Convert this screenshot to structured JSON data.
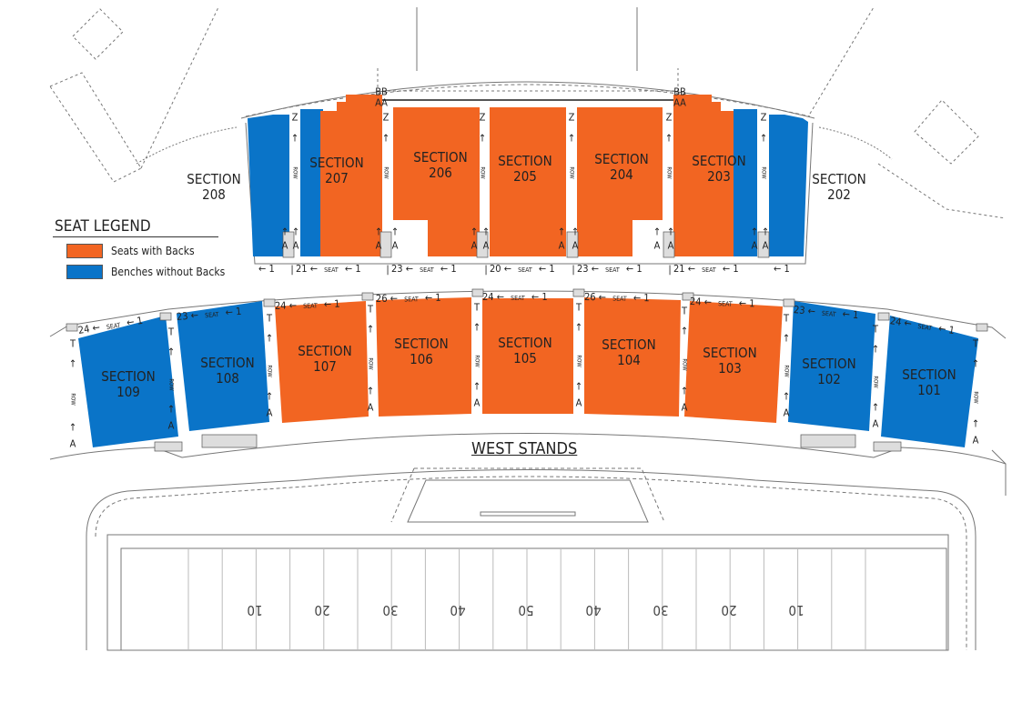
{
  "colors": {
    "seats_with_backs": "#f26522",
    "benches_without_backs": "#0a74c8"
  },
  "legend": {
    "title": "SEAT LEGEND",
    "items": [
      {
        "label": "Seats with Backs",
        "type": "seats_with_backs"
      },
      {
        "label": "Benches without Backs",
        "type": "benches_without_backs"
      }
    ]
  },
  "stand_title": "WEST STANDS",
  "upper_sections": [
    {
      "label": "SECTION",
      "number": "208",
      "type": "benches_without_backs"
    },
    {
      "label": "SECTION",
      "number": "207",
      "type": "seats_with_backs"
    },
    {
      "label": "SECTION",
      "number": "206",
      "type": "seats_with_backs"
    },
    {
      "label": "SECTION",
      "number": "205",
      "type": "seats_with_backs"
    },
    {
      "label": "SECTION",
      "number": "204",
      "type": "seats_with_backs"
    },
    {
      "label": "SECTION",
      "number": "203",
      "type": "seats_with_backs"
    },
    {
      "label": "SECTION",
      "number": "202",
      "type": "benches_without_backs"
    }
  ],
  "lower_sections": [
    {
      "label": "SECTION",
      "number": "109",
      "type": "benches_without_backs",
      "seats": "24"
    },
    {
      "label": "SECTION",
      "number": "108",
      "type": "benches_without_backs",
      "seats": "23"
    },
    {
      "label": "SECTION",
      "number": "107",
      "type": "seats_with_backs",
      "seats": "24"
    },
    {
      "label": "SECTION",
      "number": "106",
      "type": "seats_with_backs",
      "seats": "26"
    },
    {
      "label": "SECTION",
      "number": "105",
      "type": "seats_with_backs",
      "seats": "24"
    },
    {
      "label": "SECTION",
      "number": "104",
      "type": "seats_with_backs",
      "seats": "26"
    },
    {
      "label": "SECTION",
      "number": "103",
      "type": "seats_with_backs",
      "seats": "24"
    },
    {
      "label": "SECTION",
      "number": "102",
      "type": "benches_without_backs",
      "seats": "23"
    },
    {
      "label": "SECTION",
      "number": "101",
      "type": "benches_without_backs",
      "seats": "24"
    }
  ],
  "upper_seat_labels": [
    {
      "first": "",
      "word": "",
      "last": "1"
    },
    {
      "first": "21",
      "word": "SEAT",
      "last": "1"
    },
    {
      "first": "23",
      "word": "SEAT",
      "last": "1"
    },
    {
      "first": "20",
      "word": "SEAT",
      "last": "1"
    },
    {
      "first": "23",
      "word": "SEAT",
      "last": "1"
    },
    {
      "first": "21",
      "word": "SEAT",
      "last": "1"
    },
    {
      "first": "",
      "word": "",
      "last": "1"
    }
  ],
  "seat_word": "SEAT",
  "seat_first": "1",
  "rows": {
    "upper_top": "Z",
    "lower_top": "T",
    "bottom": "A",
    "label": "ROW",
    "extra_top": "BB",
    "extra_second": "AA"
  },
  "yard_numbers": [
    "10",
    "20",
    "30",
    "40",
    "50",
    "40",
    "30",
    "20",
    "10"
  ]
}
